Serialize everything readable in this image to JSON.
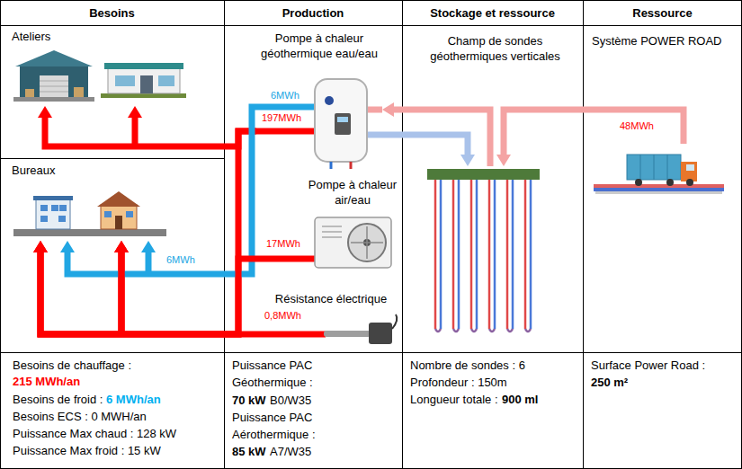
{
  "diagram": {
    "nodes": [
      {
        "text": [
          "Ateliers"
        ]
      },
      {
        "text": [
          "Pompe à chaleur géothermique eau/eau"
        ]
      },
      {
        "text": [
          "Champ de sondes géothermiques verticales"
        ]
      },
      {
        "text": [
          "Système POWER ROAD"
        ]
      },
      {
        "text": [
          "Bureaux"
        ]
      },
      {
        "text": [
          "Pompe à chaleur air/eau"
        ]
      },
      {
        "text": [
          "Résistance électrique"
        ]
      }
    ],
    "edges": [
      {
        "from": 1,
        "to": 0,
        "arrow": "to",
        "label": "197MWh"
      },
      {
        "from": 1,
        "to": 4,
        "arrow": "to"
      },
      {
        "from": 1,
        "to": 4,
        "arrow": "to",
        "label": "6MWh"
      },
      {
        "from": 5,
        "to": 4,
        "arrow": "to",
        "label": "17MWh"
      },
      {
        "from": 6,
        "to": 4,
        "arrow": "to",
        "label": "0,8MWh"
      },
      {
        "from": 2,
        "to": 1,
        "arrow": "to"
      },
      {
        "from": 1,
        "to": 2,
        "arrow": "to"
      },
      {
        "from": 3,
        "to": 2,
        "arrow": "to",
        "label": "48MWh"
      }
    ],
    "labels": [
      "Besoins",
      "Production",
      "Stockage et ressource",
      "Ressource",
      "6MWh",
      "Besoins de chauffage :",
      "215 MWh/an",
      "Besoins de froid :",
      "6 MWh/an",
      "Besoins ECS : 0 MWH/an",
      "Puissance Max chaud : 128 kW",
      "Puissance Max froid : 15 kW",
      "Puissance PAC Géothermique :",
      "70 kW",
      "B0/W35",
      "Puissance PAC Aérothermique :",
      "85 kW",
      "A7/W35",
      "Nombre de sondes : 6",
      "Profondeur : 150m",
      "Longueur totale :",
      "900 ml",
      "Surface Power Road :",
      "250 m²"
    ]
  }
}
